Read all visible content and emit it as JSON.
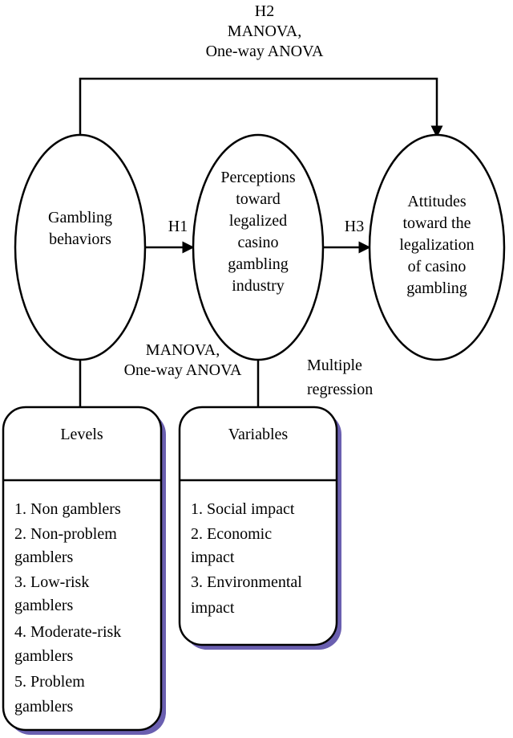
{
  "h2": {
    "label": "H2",
    "methods": [
      "MANOVA,",
      "One-way ANOVA"
    ]
  },
  "h1": {
    "label": "H1"
  },
  "h3": {
    "label": "H3"
  },
  "nodes": {
    "gambling_behaviors": [
      "Gambling",
      "behaviors"
    ],
    "perceptions": [
      "Perceptions",
      "toward",
      "legalized",
      "casino",
      "gambling",
      "industry"
    ],
    "attitudes": [
      "Attitudes",
      "toward the",
      "legalization",
      "of casino",
      "gambling"
    ]
  },
  "manova_label": [
    "MANOVA,",
    "One-way ANOVA"
  ],
  "regression_label": [
    "Multiple",
    "regression"
  ],
  "levels_box": {
    "title": "Levels",
    "lines": [
      "1. Non gamblers",
      "2. Non-problem",
      "gamblers",
      "3. Low-risk",
      "gamblers",
      "4. Moderate-risk",
      "gamblers",
      "5. Problem",
      "gamblers"
    ]
  },
  "variables_box": {
    "title": "Variables",
    "lines": [
      "1. Social impact",
      "2. Economic",
      "impact",
      "3. Environmental",
      "impact"
    ]
  },
  "colors": {
    "shadow": "#6a5fb0",
    "stroke": "#000000"
  }
}
